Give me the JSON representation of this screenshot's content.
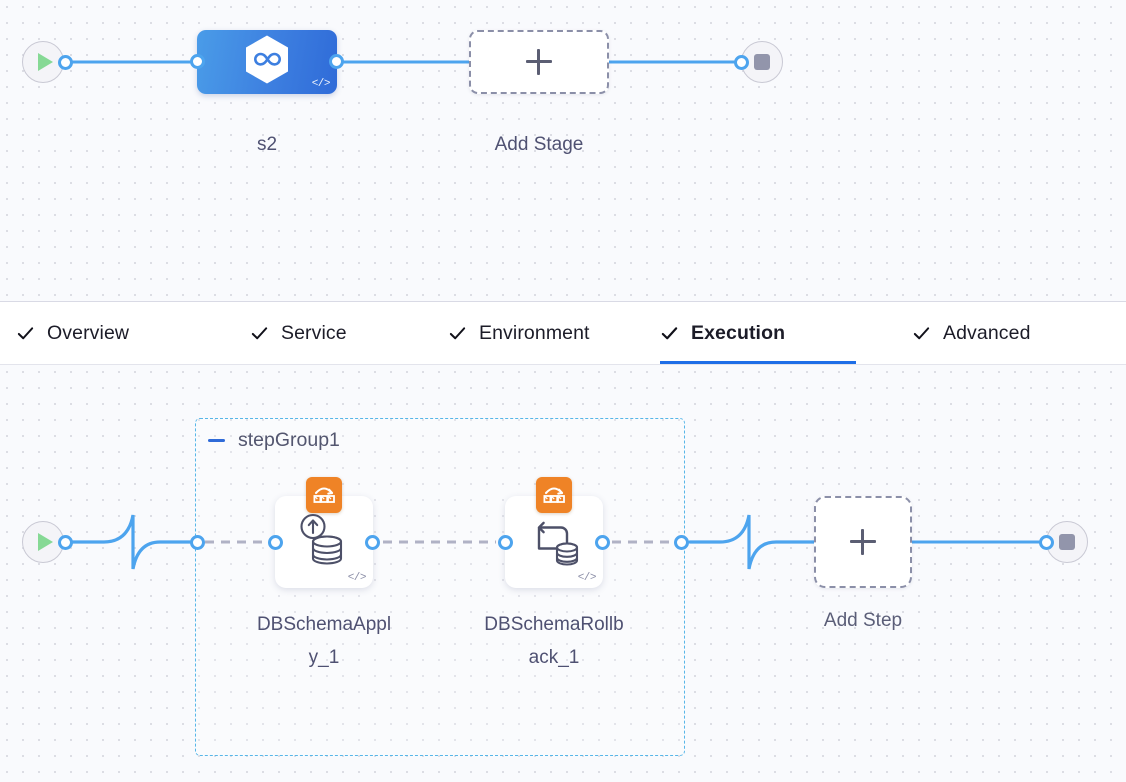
{
  "app": {
    "canvas_bg": "#f9fafd",
    "accent_blue": "#1e6ee7",
    "edge_blue": "#4da4ee",
    "group_border": "#57b6e8",
    "badge_orange": "#ef8326",
    "play_green": "#86d995",
    "stop_grey": "#9295ab"
  },
  "stage_canvas": {
    "start_node": {
      "name": "pipeline-start",
      "icon": "play-icon"
    },
    "stage": {
      "label": "s2",
      "icon": "hexagon-infinity-icon",
      "code_badge": "</>"
    },
    "add_stage": {
      "label": "Add Stage",
      "icon": "plus-icon"
    },
    "end_node": {
      "name": "pipeline-end",
      "icon": "stop-icon"
    }
  },
  "tabs": {
    "items": [
      {
        "id": "overview",
        "label": "Overview",
        "check": "check-icon",
        "active": false
      },
      {
        "id": "service",
        "label": "Service",
        "check": "check-icon",
        "active": false
      },
      {
        "id": "environment",
        "label": "Environment",
        "check": "check-icon",
        "active": false
      },
      {
        "id": "execution",
        "label": "Execution",
        "check": "check-icon",
        "active": true
      },
      {
        "id": "advanced",
        "label": "Advanced",
        "check": "check-icon",
        "active": false
      }
    ]
  },
  "step_canvas": {
    "start_node": {
      "name": "execution-start",
      "icon": "play-icon"
    },
    "group": {
      "title": "stepGroup1",
      "collapse_icon": "minus-icon"
    },
    "steps": [
      {
        "id": "dbschemaapply_1",
        "label": "DBSchemaApply_1",
        "label_lines": "DBSchemaAppl\ny_1",
        "badge_icon": "liquibase-migration-icon",
        "glyph_icon": "database-up-arrow-icon",
        "code_badge": "</>"
      },
      {
        "id": "dbschemarollback_1",
        "label": "DBSchemaRollback_1",
        "label_lines": "DBSchemaRollb\nack_1",
        "badge_icon": "liquibase-migration-icon",
        "glyph_icon": "database-rollback-arrow-icon",
        "code_badge": "</>"
      }
    ],
    "add_step": {
      "label": "Add Step",
      "icon": "plus-icon"
    },
    "end_node": {
      "name": "execution-end",
      "icon": "stop-icon"
    }
  }
}
